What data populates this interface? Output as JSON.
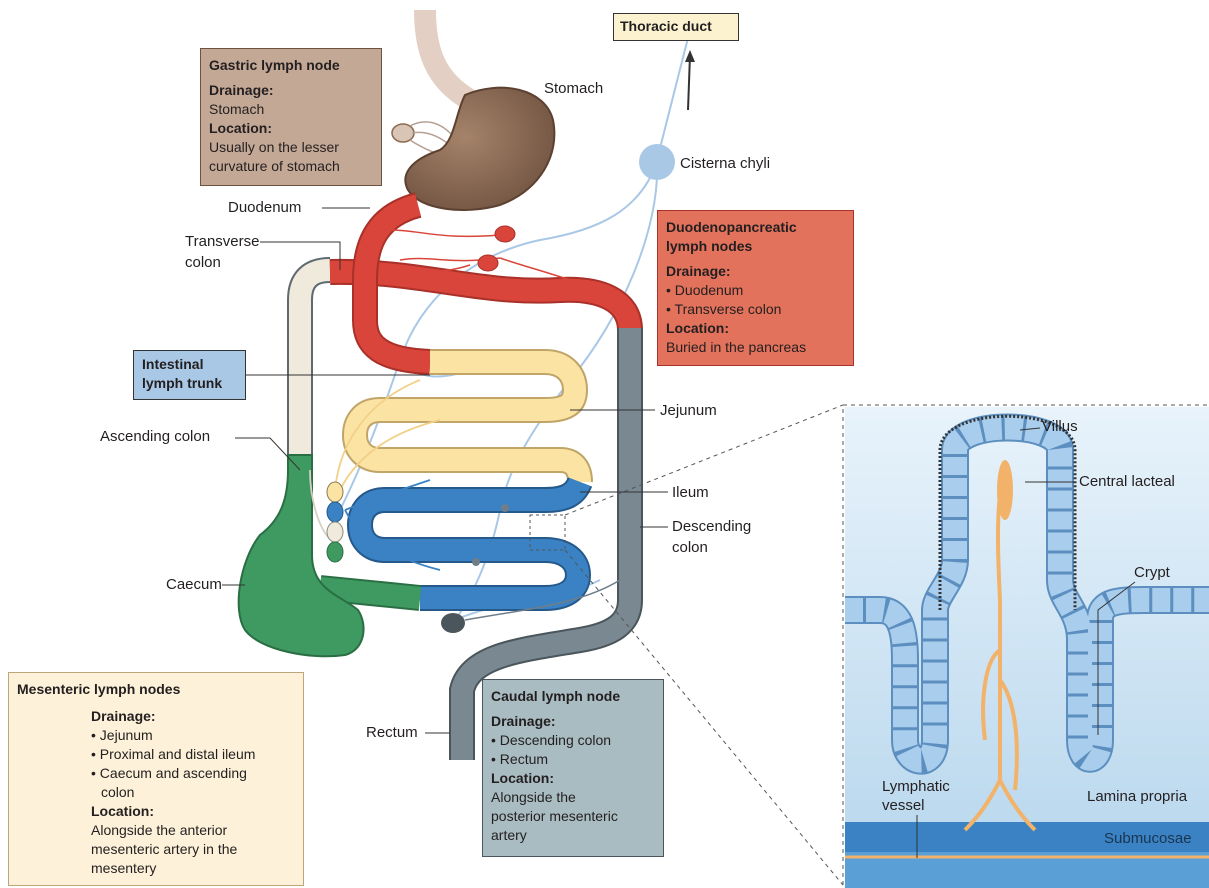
{
  "labels": {
    "thoracic_duct": "Thoracic duct",
    "stomach": "Stomach",
    "cisterna_chyli": "Cisterna chyli",
    "duodenum": "Duodenum",
    "transverse_colon_1": "Transverse",
    "transverse_colon_2": "colon",
    "jejunum": "Jejunum",
    "ileum": "Ileum",
    "descending_colon_1": "Descending",
    "descending_colon_2": "colon",
    "ascending_colon": "Ascending colon",
    "caecum": "Caecum",
    "rectum": "Rectum",
    "villus": "Villus",
    "central_lacteal": "Central lacteal",
    "crypt": "Crypt",
    "lymphatic_vessel_1": "Lymphatic",
    "lymphatic_vessel_2": "vessel",
    "lamina_propria": "Lamina propria",
    "submucosae": "Submucosae"
  },
  "intestinal_trunk": {
    "line1": "Intestinal",
    "line2": "lymph trunk"
  },
  "gastric": {
    "title": "Gastric lymph node",
    "drainage_label": "Drainage:",
    "drainage": "Stomach",
    "location_label": "Location:",
    "location_1": "Usually on the lesser",
    "location_2": "curvature of stomach"
  },
  "duodenopancreatic": {
    "title_1": "Duodenopancreatic",
    "title_2": "lymph nodes",
    "drainage_label": "Drainage:",
    "drainage_1": "• Duodenum",
    "drainage_2": "• Transverse colon",
    "location_label": "Location:",
    "location": "Buried in the pancreas"
  },
  "mesenteric": {
    "title": "Mesenteric lymph nodes",
    "drainage_label": "Drainage:",
    "d1": "• Jejunum",
    "d2": "• Proximal and distal ileum",
    "d3": "• Caecum and ascending",
    "d3b": "colon",
    "location_label": "Location:",
    "l1": "Alongside the anterior",
    "l2": "mesenteric artery in the",
    "l3": "mesentery"
  },
  "caudal": {
    "title": "Caudal lymph node",
    "drainage_label": "Drainage:",
    "d1": "• Descending colon",
    "d2": "• Rectum",
    "location_label": "Location:",
    "l1": "Alongside the",
    "l2": "posterior mesenteric",
    "l3": "artery"
  },
  "colors": {
    "stomach": "#8b6a50",
    "duodenum": "#d9453a",
    "jejunum": "#fbe3a4",
    "ileum": "#3a82c4",
    "colon_grey": "#6f7e88",
    "caecum": "#3f9a61",
    "lymph": "#a9c8e6",
    "lacteal": "#f2b26a"
  }
}
